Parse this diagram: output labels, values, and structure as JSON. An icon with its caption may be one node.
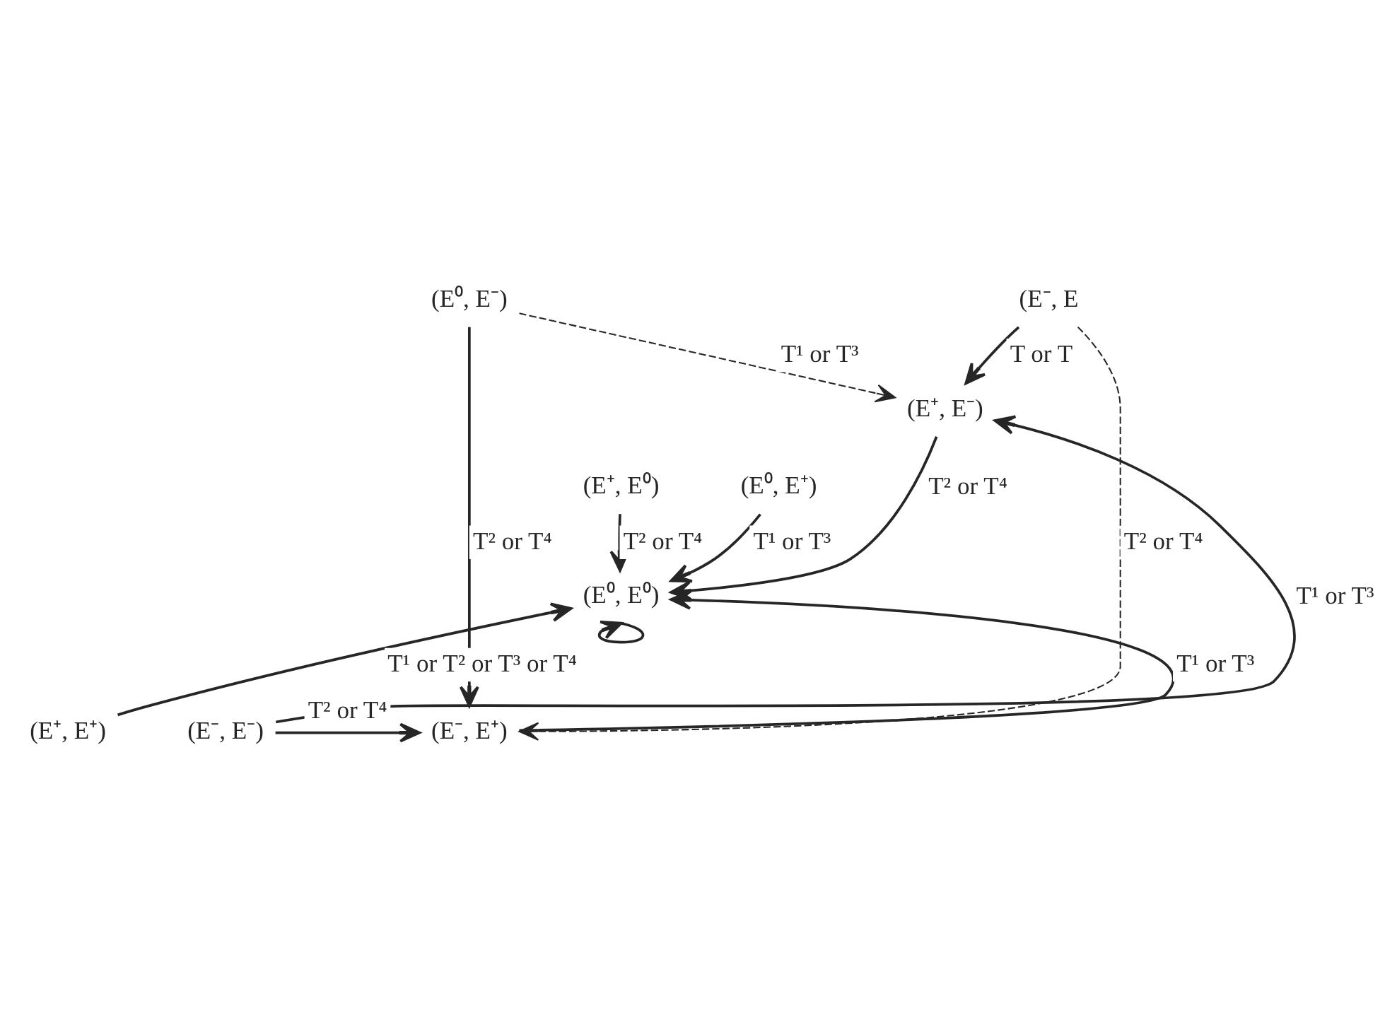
{
  "diagram": {
    "nodes": [
      {
        "text": [
          "(E⁻, E"
        ]
      },
      {
        "text": [
          "(E⁺, E⁻)"
        ]
      },
      {
        "text": [
          "(E⁰, E⁻)"
        ]
      },
      {
        "text": [
          "(E⁺, E⁰)"
        ]
      },
      {
        "text": [
          "(E⁰, E⁺)"
        ]
      },
      {
        "text": [
          "(E⁰, E⁰)"
        ]
      },
      {
        "text": [
          "(E⁺, E⁺)"
        ]
      },
      {
        "text": [
          "(E⁻, E⁻)"
        ]
      },
      {
        "text": [
          "(E⁻, E⁺)"
        ]
      }
    ],
    "edges": [
      {
        "from": 0,
        "to": 1,
        "arrow": "to",
        "label": "T or T"
      },
      {
        "from": 2,
        "to": 1,
        "arrow": "to",
        "label": "T¹ or T³",
        "style": "dashed"
      },
      {
        "from": 1,
        "to": 5,
        "arrow": "to",
        "label": "T² or T⁴"
      },
      {
        "from": 3,
        "to": 5,
        "arrow": "to",
        "label": "T² or T⁴"
      },
      {
        "from": 4,
        "to": 5,
        "arrow": "to",
        "label": "T¹ or T³"
      },
      {
        "from": 2,
        "to": 8,
        "arrow": "to",
        "label": "T² or T⁴"
      },
      {
        "from": 0,
        "to": 8,
        "arrow": "to",
        "label": "T² or T⁴",
        "style": "dashed"
      },
      {
        "from": 6,
        "to": 5,
        "arrow": "to",
        "label": "T¹ or T² or T³ or T⁴"
      },
      {
        "from": 5,
        "to": 5,
        "arrow": "to"
      },
      {
        "from": 8,
        "to": 5,
        "arrow": "to",
        "label": "T¹ or T³"
      },
      {
        "from": 7,
        "to": 1,
        "arrow": "to",
        "label": "T¹ or T³"
      },
      {
        "from": 7,
        "to": 8,
        "arrow": "to",
        "label": "T² or T⁴"
      }
    ]
  }
}
